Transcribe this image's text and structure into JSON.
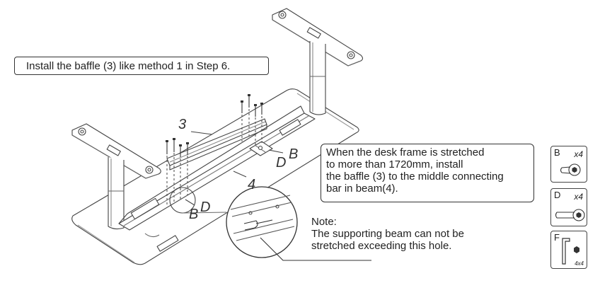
{
  "instruction": "Install the baffle (3) like method 1 in Step 6.",
  "stretch_note": [
    "When the desk frame is stretched",
    "to more than 1720mm, install",
    "the baffle (3) to the middle connecting",
    "bar in beam(4)."
  ],
  "beam_note": [
    "Note:",
    "The supporting beam can not be",
    "stretched exceeding this hole."
  ],
  "labels": {
    "baffle": "3",
    "beam": "4",
    "screw_b": "B",
    "screw_d": "D"
  },
  "parts": [
    {
      "letter": "B",
      "qty": "x4",
      "icon": "screw-short-icon"
    },
    {
      "letter": "D",
      "qty": "x4",
      "icon": "screw-long-icon"
    },
    {
      "letter": "F",
      "spec": "4x4",
      "icon": "hex-key-icon"
    }
  ]
}
